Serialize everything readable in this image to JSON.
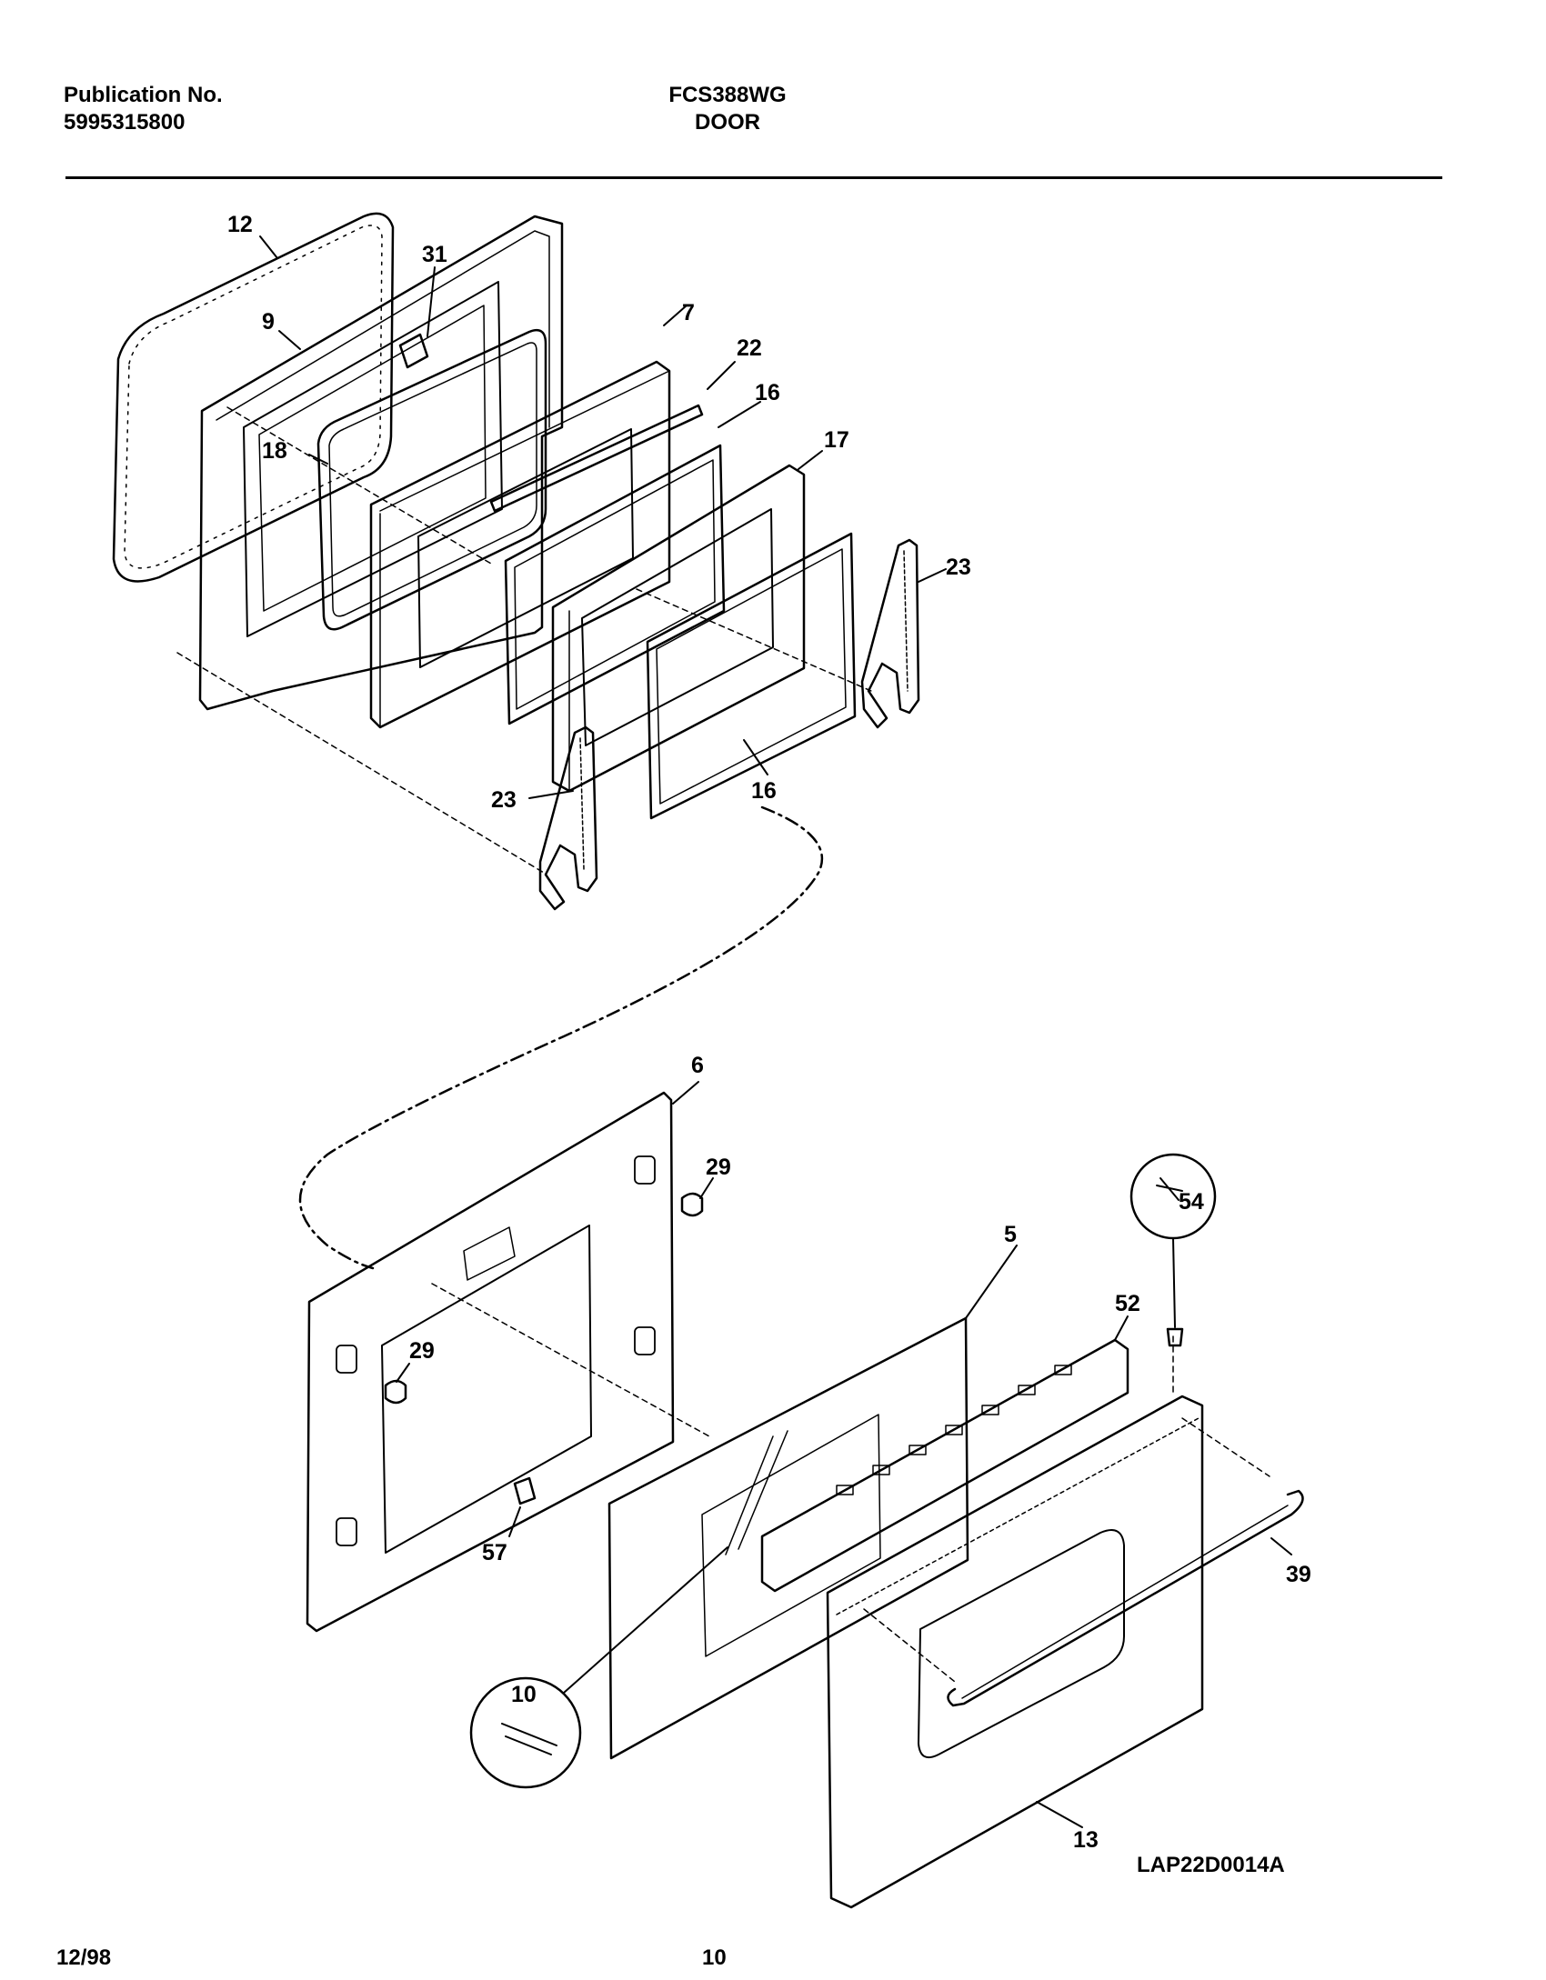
{
  "header": {
    "publication_label": "Publication No.",
    "publication_number": "5995315800",
    "model": "FCS388WG",
    "section": "DOOR"
  },
  "diagram": {
    "callouts": [
      "12",
      "31",
      "9",
      "7",
      "22",
      "16",
      "18",
      "17",
      "23",
      "23",
      "16",
      "6",
      "29",
      "5",
      "54",
      "52",
      "29",
      "57",
      "39",
      "10",
      "13"
    ]
  },
  "figure_code": "LAP22D0014A",
  "footer": {
    "date": "12/98",
    "page": "10"
  }
}
